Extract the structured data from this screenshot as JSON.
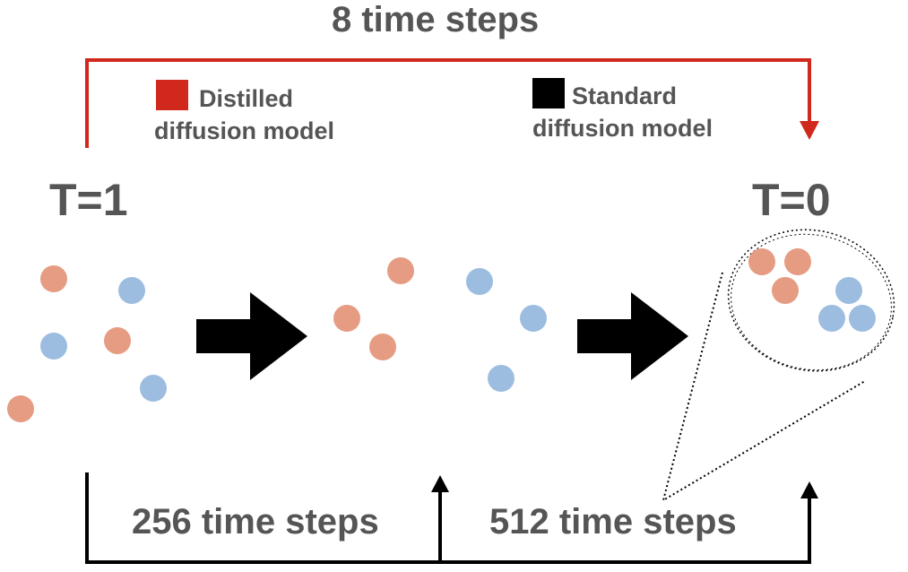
{
  "top_label": "8 time steps",
  "start_label": "T=1",
  "end_label": "T=0",
  "legend": [
    {
      "line1": "Distilled",
      "line2": "diffusion model",
      "color": "#d0281c"
    },
    {
      "line1": "Standard",
      "line2": "diffusion model",
      "color": "#000000"
    }
  ],
  "bottom_left_label": "256 time steps",
  "bottom_right_label": "512 time steps",
  "colors": {
    "distilled": "#d0281c",
    "standard": "#000000",
    "text": "#555555",
    "orange_dot": "#e59c82",
    "blue_dot": "#9dbde0"
  }
}
